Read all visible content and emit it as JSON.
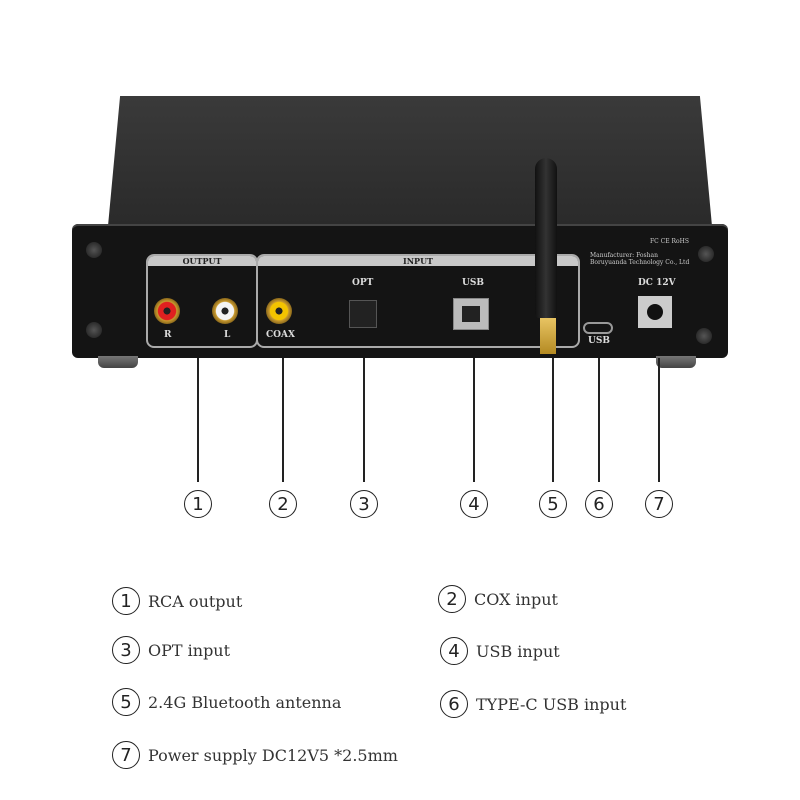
{
  "device": {
    "panels": {
      "output_label": "OUTPUT",
      "input_label": "INPUT"
    },
    "ports": {
      "rca_r": "R",
      "rca_l": "L",
      "coax": "COAX",
      "opt": "OPT",
      "usb_b": "USB",
      "usb_c": "USB",
      "dc": "DC 12V"
    },
    "cert_marks": "FC CE RoHS",
    "manufacturer": "Manufacturer: Foshan Boruyuanda Technology Co., Ltd"
  },
  "callouts": [
    "①",
    "②",
    "③",
    "④",
    "⑤",
    "⑥",
    "⑦"
  ],
  "legend": [
    {
      "num": "1",
      "text": "RCA output"
    },
    {
      "num": "2",
      "text": "COX input"
    },
    {
      "num": "3",
      "text": "OPT input"
    },
    {
      "num": "4",
      "text": "USB input"
    },
    {
      "num": "5",
      "text": "2.4G Bluetooth antenna"
    },
    {
      "num": "6",
      "text": "TYPE-C USB input"
    },
    {
      "num": "7",
      "text": "Power supply DC12V5 *2.5mm"
    }
  ]
}
